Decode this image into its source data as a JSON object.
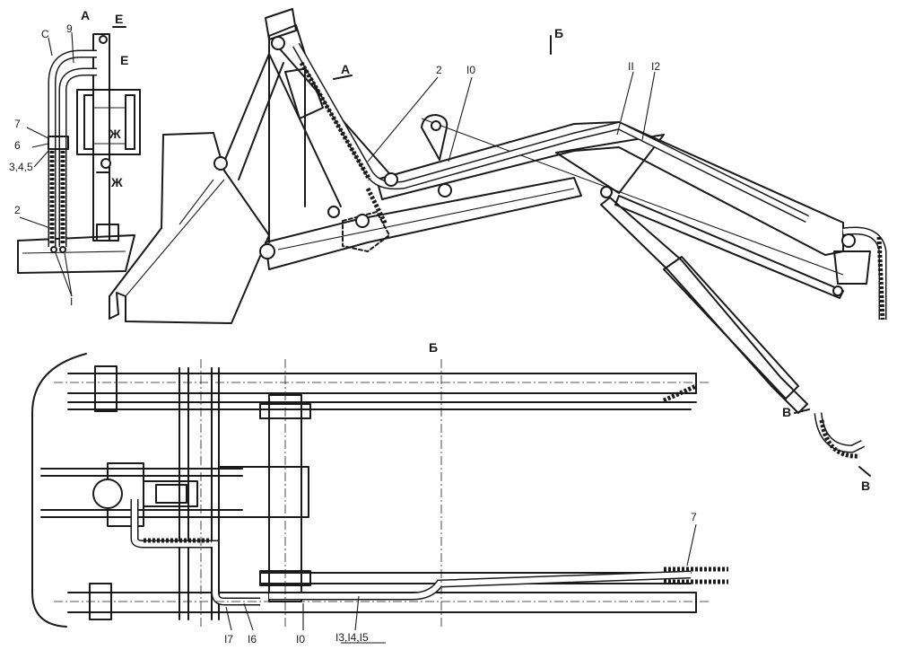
{
  "views": {
    "a": "А",
    "b": "Б",
    "e": "Е",
    "zh": "Ж",
    "v": "В"
  },
  "callouts": {
    "c1": "I",
    "c2": "2",
    "c345": "3,4,5",
    "c6": "6",
    "c7": "7",
    "c9": "9",
    "c10": "I0",
    "c11": "II",
    "c12": "I2",
    "c13": "I3,I4,I5",
    "c16": "I6",
    "c17": "I7",
    "c_top": "С"
  }
}
